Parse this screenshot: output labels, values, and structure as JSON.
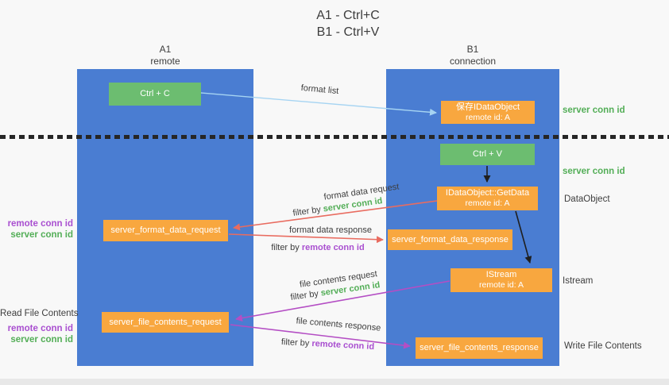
{
  "title": {
    "line1": "A1 - Ctrl+C",
    "line2": "B1 - Ctrl+V"
  },
  "lanes": {
    "left": {
      "name": "A1",
      "role": "remote"
    },
    "right": {
      "name": "B1",
      "role": "connection"
    }
  },
  "nodes": {
    "ctrl_c": {
      "label": "Ctrl + C"
    },
    "ctrl_v": {
      "label": "Ctrl + V"
    },
    "save_idataobject": {
      "line1": "保存IDataObject",
      "line2": "remote id: A"
    },
    "idataobject_getdata": {
      "line1": "IDataObject::GetData",
      "line2": "remote id: A"
    },
    "istream": {
      "line1": "IStream",
      "line2": "remote id: A"
    },
    "server_format_data_request": {
      "label": "server_format_data_request"
    },
    "server_format_data_response": {
      "label": "server_format_data_response"
    },
    "server_file_contents_request": {
      "label": "server_file_contents_request"
    },
    "server_file_contents_response": {
      "label": "server_file_contents_response"
    }
  },
  "right_annotations": {
    "server_conn_id_1": "server conn id",
    "server_conn_id_2": "server conn id",
    "dataobject": "DataObject",
    "istream": "Istream",
    "write_file_contents": "Write File Contents"
  },
  "left_annotations": {
    "remote_conn_id_1": "remote conn id",
    "server_conn_id_1": "server conn id",
    "read_file_contents": "Read File Contents",
    "remote_conn_id_2": "remote conn id",
    "server_conn_id_2": "server conn id"
  },
  "arrow_labels": {
    "format_list": "format list",
    "format_data_request": "format data request",
    "filter_by_1_prefix": "filter by ",
    "filter_by_1_key": "server conn id",
    "format_data_response": "format data response",
    "filter_by_2_prefix": "filter by ",
    "filter_by_2_key": "remote conn id",
    "file_contents_request": "file contents request",
    "filter_by_3_prefix": "filter by ",
    "filter_by_3_key": "server conn id",
    "file_contents_response": "file contents response",
    "filter_by_4_prefix": "filter by ",
    "filter_by_4_key": "remote conn id"
  },
  "colors": {
    "lane-blue": "#4a7dd2",
    "node-green": "#6cbd70",
    "node-orange": "#f8a73f",
    "key-green": "#53ae57",
    "key-purple": "#a94fd0",
    "arrow-blue": "#a6d4f2",
    "arrow-red": "#e96c60",
    "arrow-purple": "#b44ec4",
    "arrow-black": "#1f1f1f",
    "text-dark": "#3d3d3d",
    "canvas-bg": "#f8f8f8"
  }
}
